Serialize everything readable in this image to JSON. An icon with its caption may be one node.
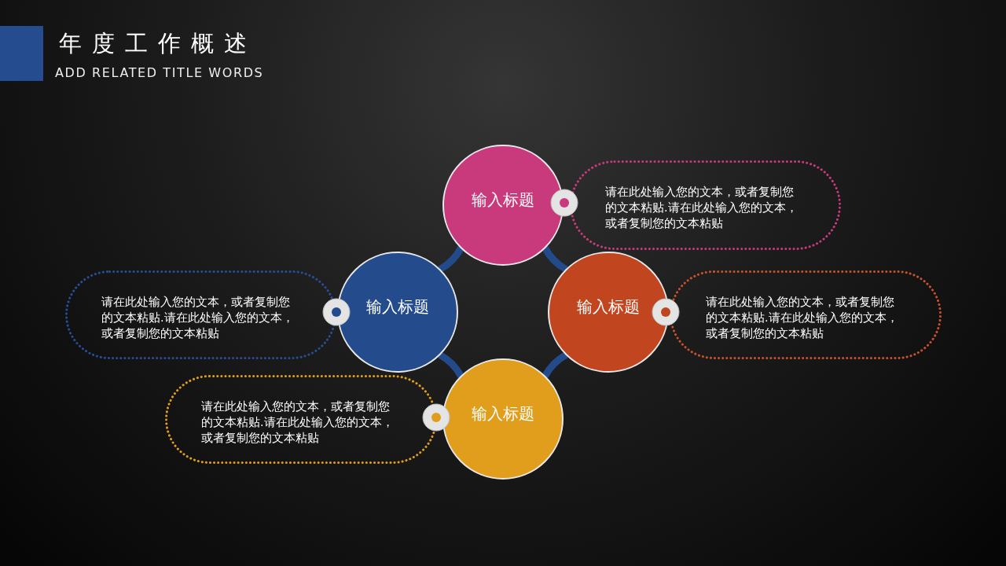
{
  "diagram": {
    "title": "年度工作概述",
    "nodes": [
      {
        "text": [
          "输入标题"
        ]
      },
      {
        "text": [
          "请在此处输入您的文本，或者复制您的文本粘贴.请在此处输入您的文本，或者复制您的文本粘贴"
        ]
      },
      {
        "text": [
          "请在此处输入您的文本，或者复制您的文本粘贴.请在此处输入您的文本，或者复制您的文本粘贴"
        ]
      },
      {
        "text": [
          "输入标题"
        ]
      },
      {
        "text": [
          "输入标题"
        ]
      },
      {
        "text": [
          "请在此处输入您的文本，或者复制您的文本粘贴.请在此处输入您的文本，或者复制您的文本粘贴"
        ]
      },
      {
        "text": [
          "请在此处输入您的文本，或者复制您的文本粘贴.请在此处输入您的文本，或者复制您的文本粘贴"
        ]
      },
      {
        "text": [
          "输入标题"
        ]
      }
    ],
    "edges": [
      {
        "from": 0,
        "to": 3,
        "arrow": "none"
      },
      {
        "from": 0,
        "to": 4,
        "arrow": "none"
      },
      {
        "from": 3,
        "to": 7,
        "arrow": "none"
      },
      {
        "from": 4,
        "to": 7,
        "arrow": "none"
      }
    ],
    "labels": [
      "ADD RELATED TITLE WORDS"
    ]
  }
}
